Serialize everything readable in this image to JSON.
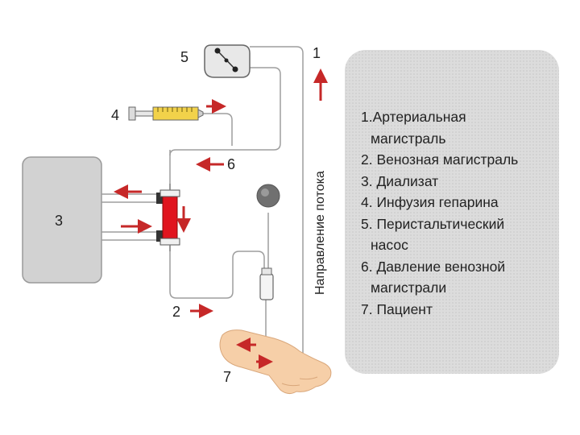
{
  "diagram": {
    "labels": {
      "n1": "1",
      "n2": "2",
      "n3": "3",
      "n4": "4",
      "n5": "5",
      "n6": "6",
      "n7": "7",
      "flow_direction": "Направление потока"
    },
    "colors": {
      "arrow": "#c62828",
      "dialyzer": "#e0141e",
      "tubing": "#9e9e9e",
      "machine_fill": "#d2d2d2",
      "syringe_body": "#f2d24a",
      "skin": "#f6cfa8"
    }
  },
  "legend": {
    "items": [
      {
        "line1": "1.Артериальная",
        "line2": "магистраль"
      },
      {
        "line1": "2. Венозная магистраль",
        "line2": ""
      },
      {
        "line1": "3. Диализат",
        "line2": ""
      },
      {
        "line1": "4. Инфузия гепарина",
        "line2": ""
      },
      {
        "line1": "5. Перистальтический",
        "line2": "насос"
      },
      {
        "line1": "6. Давление венозной",
        "line2": "магистрали"
      },
      {
        "line1": "7. Пациент",
        "line2": ""
      }
    ]
  }
}
